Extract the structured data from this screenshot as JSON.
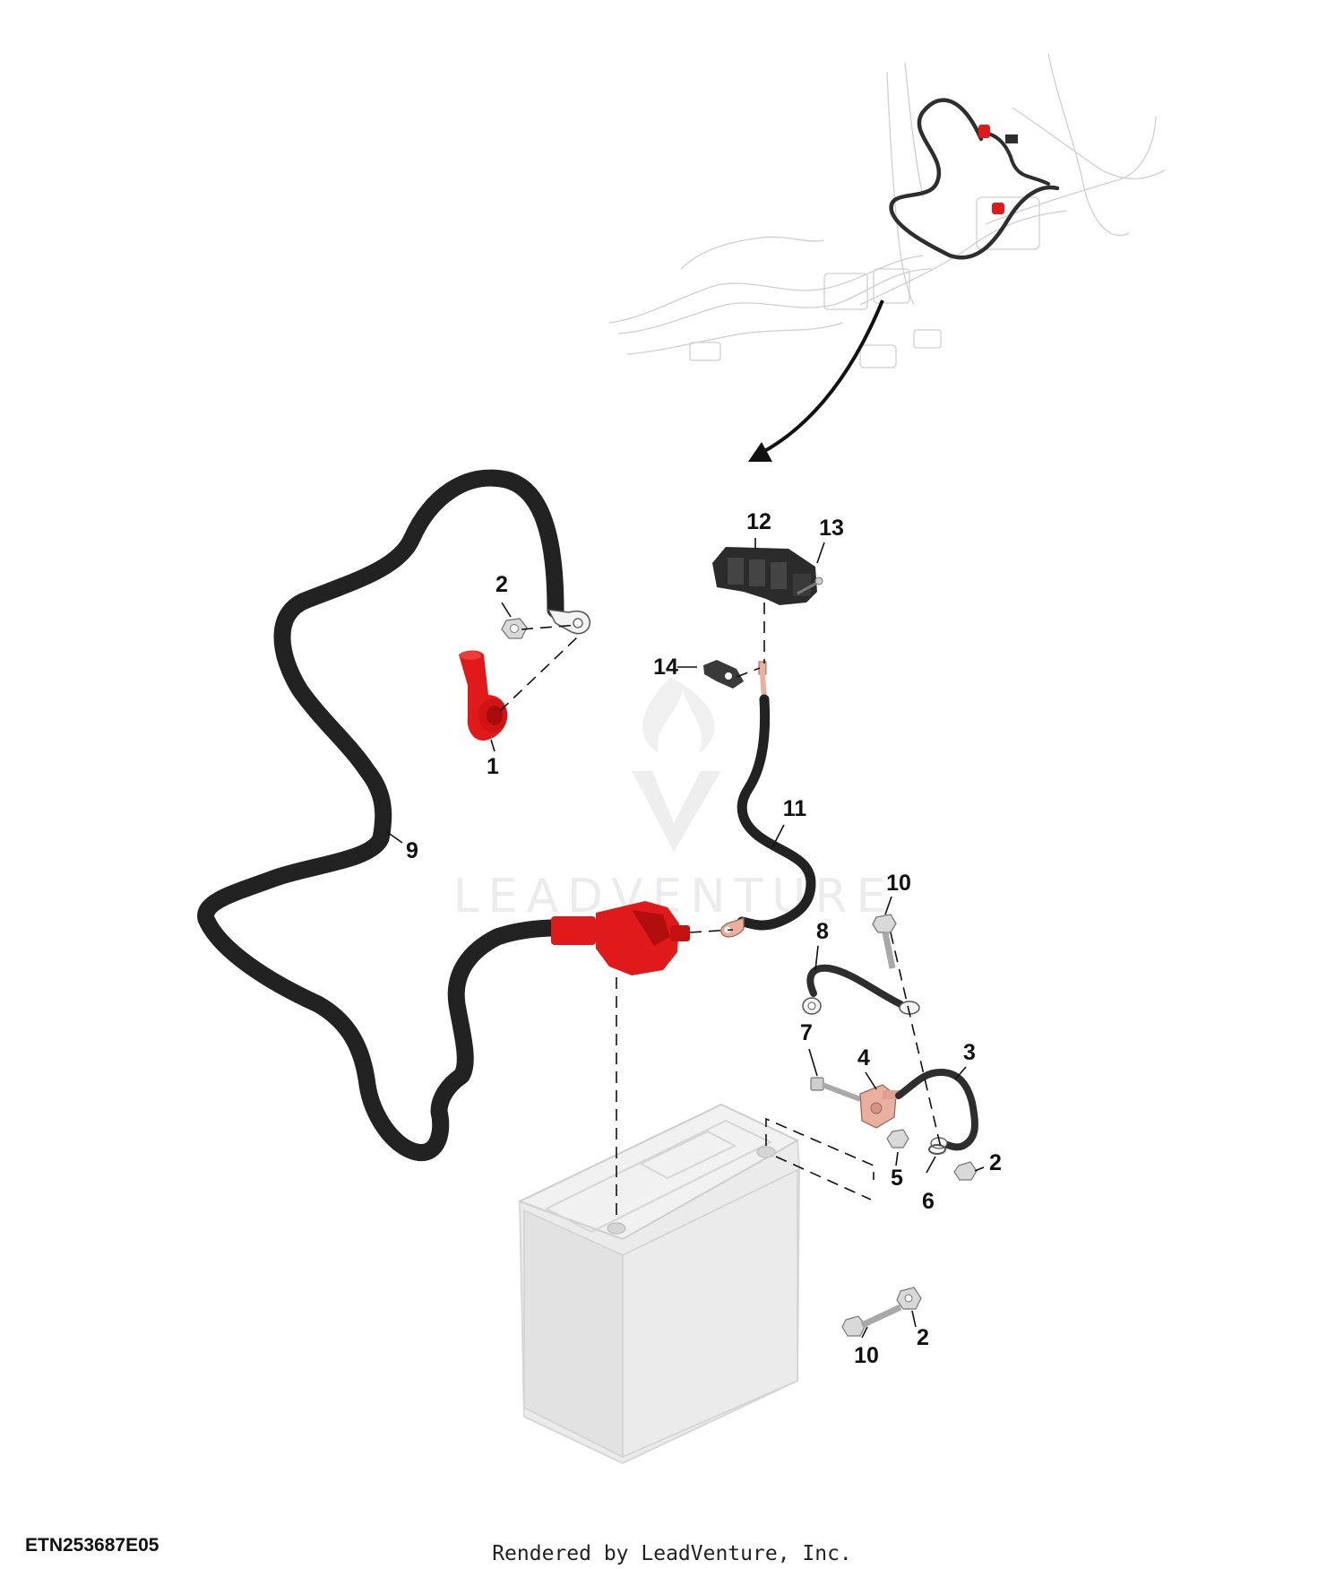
{
  "callouts": [
    "1",
    "2",
    "3",
    "4",
    "5",
    "6",
    "7",
    "8",
    "9",
    "10",
    "11",
    "12",
    "13",
    "14"
  ],
  "figure_id": "ETN253687E05",
  "credit": "Rendered by LeadVenture, Inc.",
  "watermark": "LEADVENTURE",
  "colors": {
    "cable": "#2e2e2e",
    "red_part": "#e01a1a",
    "copper": "#e9b0a0",
    "ghost": "#cfcfcf",
    "ink": "#111111"
  }
}
